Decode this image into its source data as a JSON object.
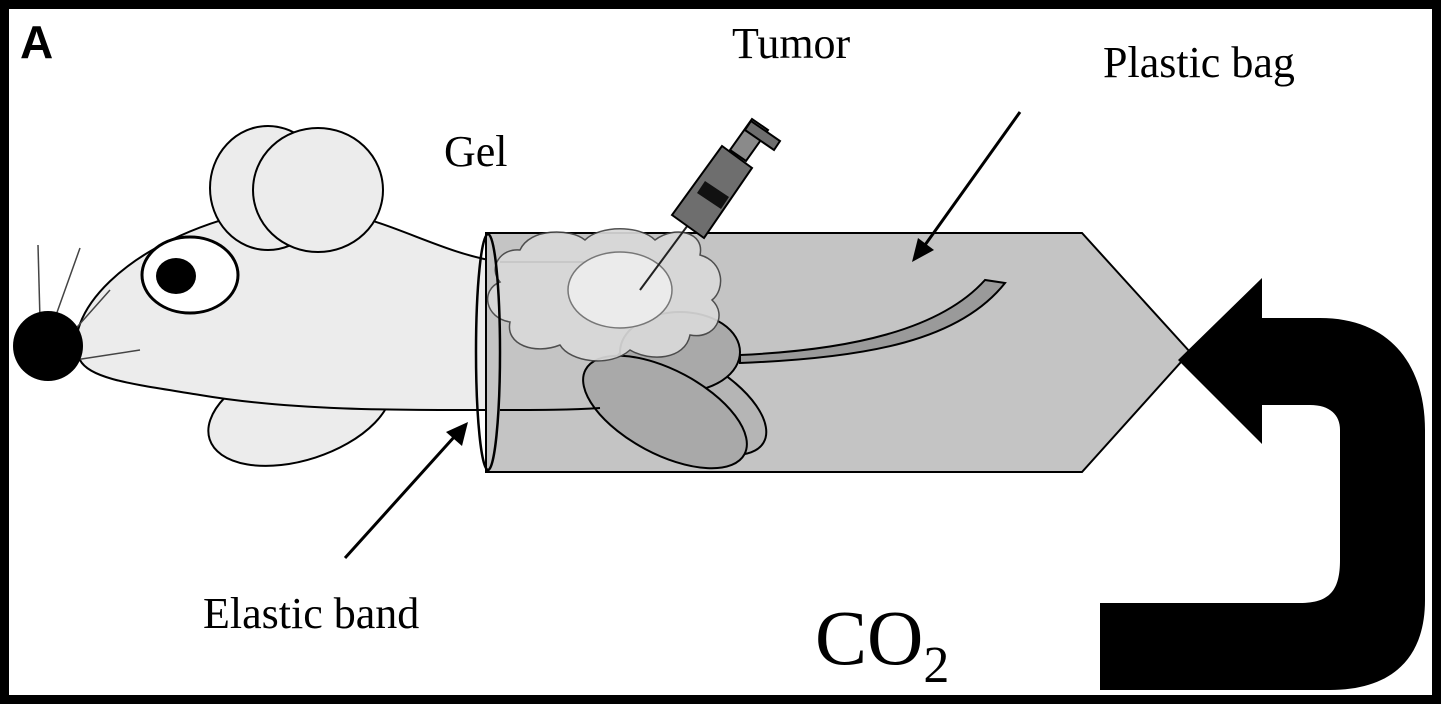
{
  "panel_label": "A",
  "labels": {
    "tumor": "Tumor",
    "plastic_bag": "Plastic bag",
    "gel": "Gel",
    "elastic_band": "Elastic band",
    "co2_main": "CO",
    "co2_sub": "2"
  },
  "colors": {
    "background": "#ffffff",
    "frame": "#000000",
    "mouse_body": "#ececec",
    "bag": "#c4c4c4",
    "gel": "#d9d9d9",
    "tumor": "#ebebeb",
    "legs_in_bag": "#a9a9a9",
    "arrow": "#000000"
  }
}
